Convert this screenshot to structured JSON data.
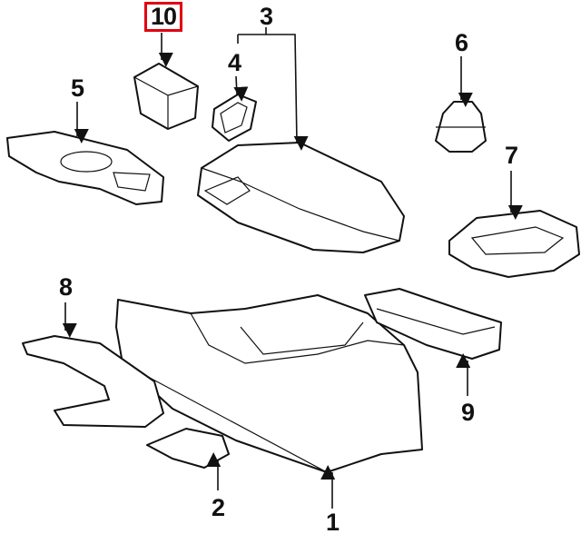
{
  "callouts": [
    {
      "id": "1",
      "label": "1"
    },
    {
      "id": "2",
      "label": "2"
    },
    {
      "id": "3",
      "label": "3"
    },
    {
      "id": "4",
      "label": "4"
    },
    {
      "id": "5",
      "label": "5"
    },
    {
      "id": "6",
      "label": "6"
    },
    {
      "id": "7",
      "label": "7"
    },
    {
      "id": "8",
      "label": "8"
    },
    {
      "id": "9",
      "label": "9"
    },
    {
      "id": "10",
      "label": "10",
      "highlighted": true
    }
  ],
  "highlight_color": "#e00010"
}
